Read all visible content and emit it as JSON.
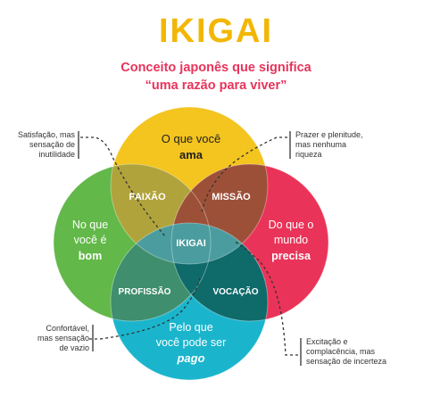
{
  "header": {
    "title": "IKIGAI",
    "subtitle_line1": "Conceito japonês que significa",
    "subtitle_line2": "“uma razão para viver”"
  },
  "circles": {
    "top": {
      "line1": "O que você",
      "emphasis": "ama",
      "color": "#f4c41f"
    },
    "left": {
      "line1": "No que",
      "line2": "você é",
      "emphasis": "bom",
      "color": "#62b848"
    },
    "right": {
      "line1": "Do que o",
      "line2": "mundo",
      "emphasis": "precisa",
      "color": "#ea3358"
    },
    "bottom": {
      "line1": "Pelo que",
      "line2": "você pode ser",
      "emphasis": "pago",
      "color": "#1ab5cc"
    }
  },
  "overlaps": {
    "paixao": "PAIXÃO",
    "missao": "MISSÃO",
    "profissao": "PROFISSÃO",
    "vocacao": "VOCAÇÃO",
    "center": "IKIGAI"
  },
  "annotations": {
    "top_left": [
      "Satisfação, mas",
      "sensação de",
      "inutilidade"
    ],
    "top_right": [
      "Prazer e plenitude,",
      "mas nenhuma",
      "riqueza"
    ],
    "bottom_left": [
      "Confortável,",
      "mas sensação",
      "de vazio"
    ],
    "bottom_right": [
      "Excitação e",
      "complacência, mas",
      "sensação de incerteza"
    ]
  },
  "colors": {
    "title": "#f2b705",
    "subtitle": "#e8335b",
    "paixao_overlap": "#b1a33c",
    "missao_overlap": "#9d5038",
    "profissao_overlap": "#3f8e6e",
    "vocacao_overlap": "#0f6a6a",
    "center": "#4b9c9e"
  }
}
